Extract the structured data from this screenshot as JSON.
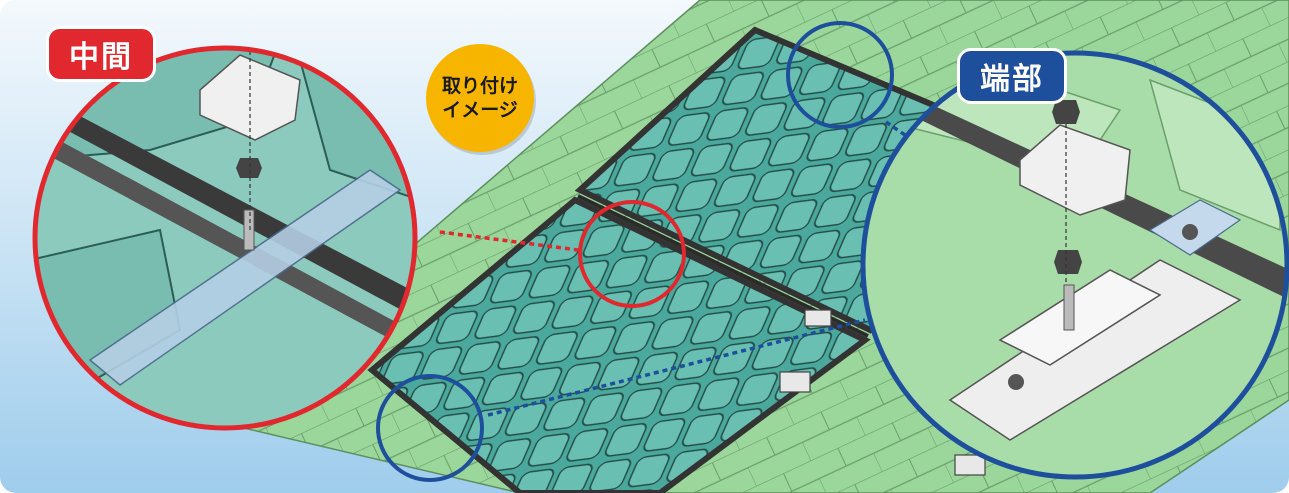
{
  "labels": {
    "middle": "中間",
    "end": "端部",
    "install_line1": "取り付け",
    "install_line2": "イメージ"
  },
  "colors": {
    "middle_accent": "#e0282e",
    "end_accent": "#1e4f9c",
    "install_badge": "#f7b500",
    "roof_tile": "#8fcf8f",
    "panel_glass": "#3fa79a",
    "sky_gradient_top": "#f4f9fd",
    "sky_gradient_bottom": "#9fcdec"
  }
}
